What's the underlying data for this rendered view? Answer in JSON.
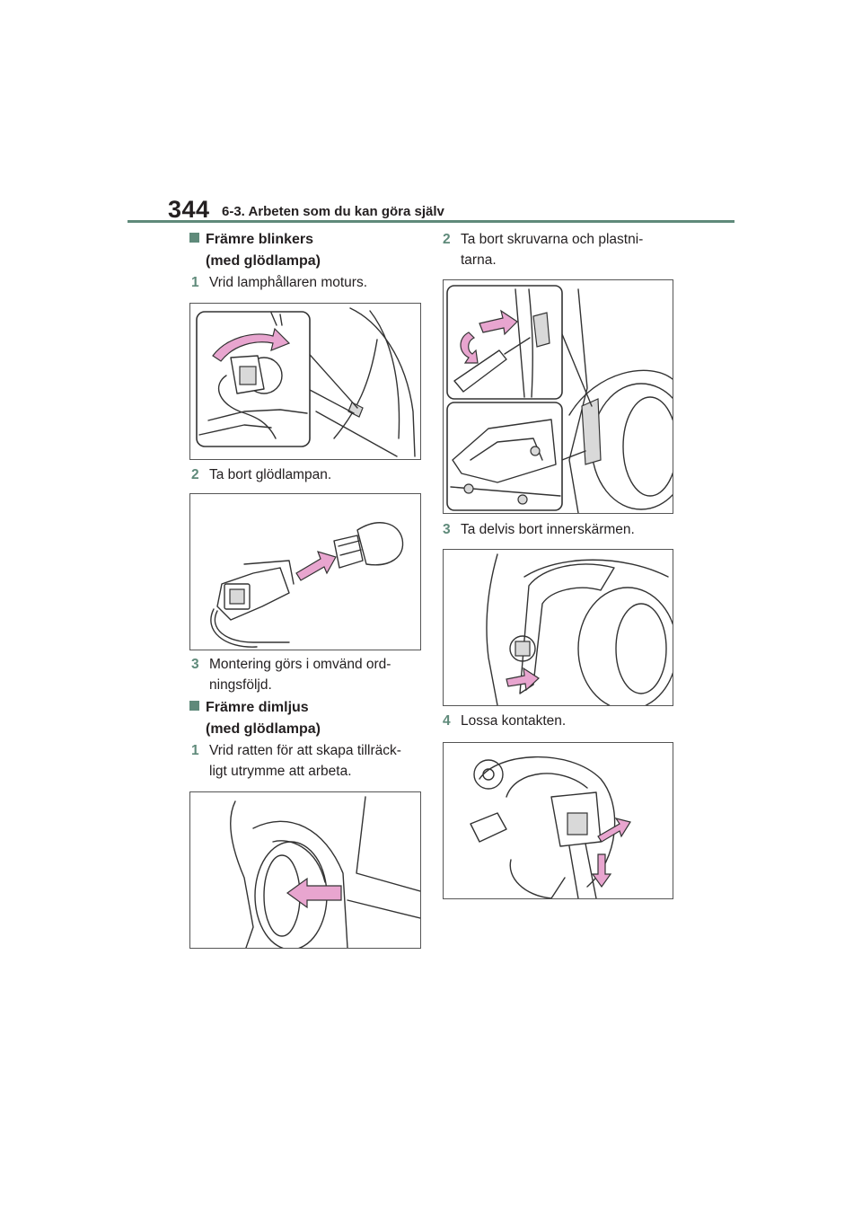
{
  "page": {
    "number": "344",
    "chapter": "6-3. Arbeten som du kan göra själv"
  },
  "colors": {
    "accent": "#5f8a7a",
    "arrow_fill": "#e8a5cf",
    "text": "#231f20"
  },
  "left": {
    "section1": {
      "line1": "Främre blinkers",
      "line2": "(med glödlampa)"
    },
    "s1_step1": {
      "num": "1",
      "text": "Vrid lamphållaren moturs."
    },
    "s1_step2": {
      "num": "2",
      "text": "Ta bort glödlampan."
    },
    "s1_step3": {
      "num": "3",
      "line1": "Montering görs i omvänd ord-",
      "line2": "ningsföljd."
    },
    "section2": {
      "line1": "Främre dimljus",
      "line2": "(med glödlampa)"
    },
    "s2_step1": {
      "num": "1",
      "line1": "Vrid ratten för att skapa tillräck-",
      "line2": "ligt utrymme att arbeta."
    }
  },
  "right": {
    "s2_step2": {
      "num": "2",
      "line1": "Ta bort skruvarna och plastni-",
      "line2": "tarna."
    },
    "s2_step3": {
      "num": "3",
      "text": "Ta delvis bort innerskärmen."
    },
    "s2_step4": {
      "num": "4",
      "text": "Lossa kontakten."
    }
  }
}
